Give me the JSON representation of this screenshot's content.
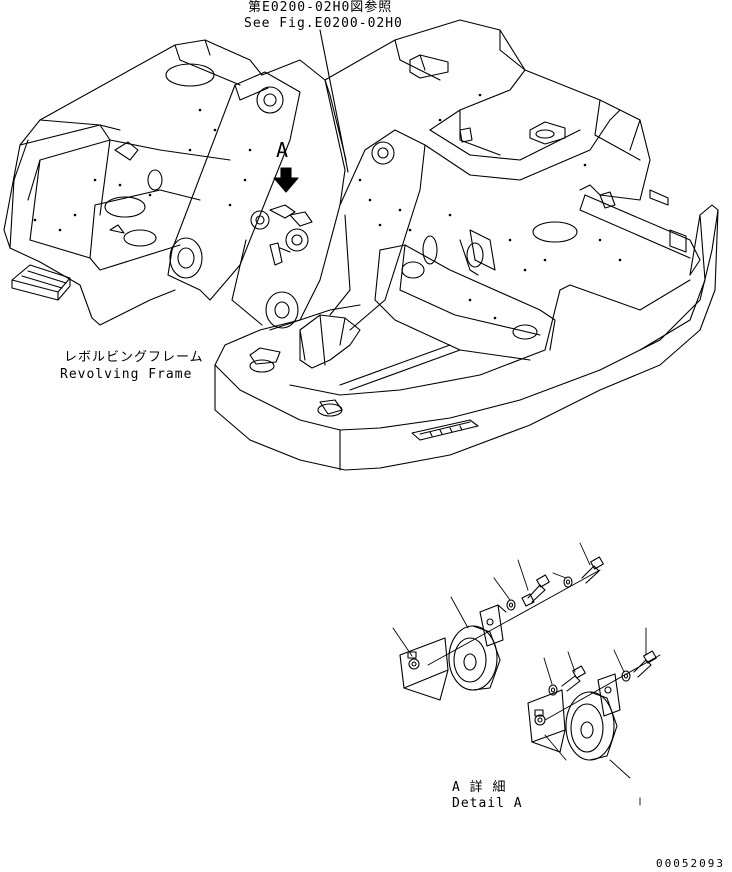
{
  "labels": {
    "ref_jp": "第E0200-02H0図参照",
    "ref_en": "See Fig.E0200-02H0",
    "frame_jp": "レボルビングフレーム",
    "frame_en": "Revolving Frame",
    "detail_jp": "A 詳 細",
    "detail_en": "Detail A",
    "callout": "A",
    "part_number": "00052093"
  },
  "colors": {
    "line": "#000000",
    "background": "#ffffff"
  }
}
